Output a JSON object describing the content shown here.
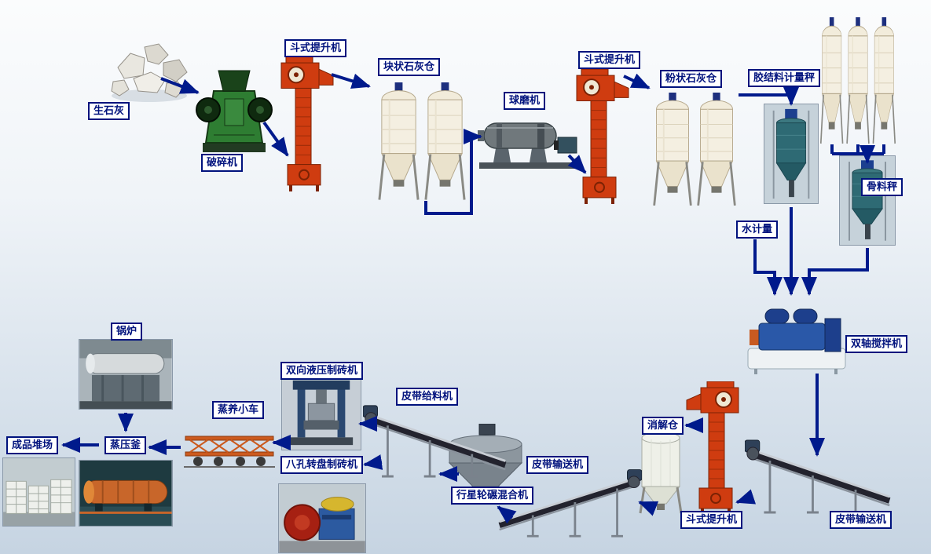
{
  "colors": {
    "arrow": "#001a8c",
    "label_border": "#00127d",
    "label_text": "#00127d",
    "label_bg": "#ffffff"
  },
  "nodes": {
    "quicklime": {
      "label": "生石灰"
    },
    "crusher": {
      "label": "破碎机"
    },
    "bucket_elevator_1": {
      "label": "斗式提升机"
    },
    "lump_lime_silo": {
      "label": "块状石灰仓"
    },
    "ball_mill": {
      "label": "球磨机"
    },
    "bucket_elevator_2": {
      "label": "斗式提升机"
    },
    "powder_lime_silo": {
      "label": "粉状石灰仓"
    },
    "binder_metering_scale": {
      "label": "胶结料计量秤"
    },
    "aggregate_scale": {
      "label": "骨料秤"
    },
    "water_metering": {
      "label": "水计量"
    },
    "twin_shaft_mixer": {
      "label": "双轴搅拌机"
    },
    "digestion_silo": {
      "label": "消解仓"
    },
    "bucket_elevator_3": {
      "label": "斗式提升机"
    },
    "belt_conveyor_right": {
      "label": "皮带输送机"
    },
    "belt_conveyor_mid": {
      "label": "皮带输送机"
    },
    "planetary_wheel_mixer": {
      "label": "行星轮碾混合机"
    },
    "belt_feeder": {
      "label": "皮带给料机"
    },
    "hydraulic_brick_machine": {
      "label": "双向液压制砖机"
    },
    "rotary_brick_machine": {
      "label": "八孔转盘制砖机"
    },
    "steam_curing_trolley": {
      "label": "蒸养小车"
    },
    "autoclave": {
      "label": "蒸压釜"
    },
    "boiler": {
      "label": "锅炉"
    },
    "product_yard": {
      "label": "成品堆场"
    }
  }
}
